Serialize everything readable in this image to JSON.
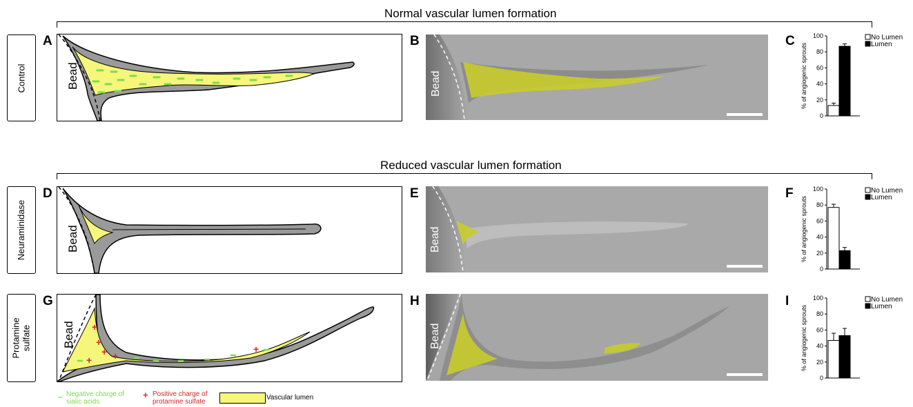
{
  "titles": {
    "normal": "Normal vascular lumen formation",
    "reduced": "Reduced vascular lumen formation"
  },
  "row_labels": {
    "control": "Control",
    "neuraminidase": "Neuraminidase",
    "protamine_line1": "Protamine",
    "protamine_line2": "sulfate"
  },
  "panel_letters": [
    "A",
    "B",
    "C",
    "D",
    "E",
    "F",
    "G",
    "H",
    "I"
  ],
  "bead_label": "Bead",
  "legend": {
    "negative_symbol": "–",
    "negative_line1": "Negative charge of",
    "negative_line2": "sialic acids",
    "positive_symbol": "+",
    "positive_line1": "Positive charge of",
    "positive_line2": "protamine sulfate",
    "lumen": "Vascular lumen"
  },
  "colors": {
    "lumen_yellow": "#f5f67a",
    "cell_gray": "#9a9a9a",
    "negative_green": "#7ddc4e",
    "positive_red": "#d8262c",
    "photo_lumen": "#c8cc2a"
  },
  "chart_data": [
    {
      "type": "bar",
      "panel": "C",
      "ylabel": "% of angiogenic sprouts",
      "ylim": [
        0,
        100
      ],
      "yticks": [
        0,
        20,
        40,
        60,
        80,
        100
      ],
      "series": [
        {
          "name": "No Lumen",
          "values": [
            13
          ],
          "error": [
            3
          ],
          "fill": "#ffffff"
        },
        {
          "name": "Lumen",
          "values": [
            87
          ],
          "error": [
            3
          ],
          "fill": "#000000"
        }
      ],
      "legend_position": "top-right"
    },
    {
      "type": "bar",
      "panel": "F",
      "ylabel": "% of angiogenic sprouts",
      "ylim": [
        0,
        100
      ],
      "yticks": [
        0,
        20,
        40,
        60,
        80,
        100
      ],
      "series": [
        {
          "name": "No Lumen",
          "values": [
            77
          ],
          "error": [
            4
          ],
          "fill": "#ffffff"
        },
        {
          "name": "Lumen",
          "values": [
            23
          ],
          "error": [
            4
          ],
          "fill": "#000000"
        }
      ],
      "legend_position": "top-right"
    },
    {
      "type": "bar",
      "panel": "I",
      "ylabel": "% of angiogenic sprouts",
      "ylim": [
        0,
        100
      ],
      "yticks": [
        0,
        20,
        40,
        60,
        80,
        100
      ],
      "series": [
        {
          "name": "No Lumen",
          "values": [
            47
          ],
          "error": [
            9
          ],
          "fill": "#ffffff"
        },
        {
          "name": "Lumen",
          "values": [
            53
          ],
          "error": [
            9
          ],
          "fill": "#000000"
        }
      ],
      "legend_position": "top-right"
    }
  ]
}
